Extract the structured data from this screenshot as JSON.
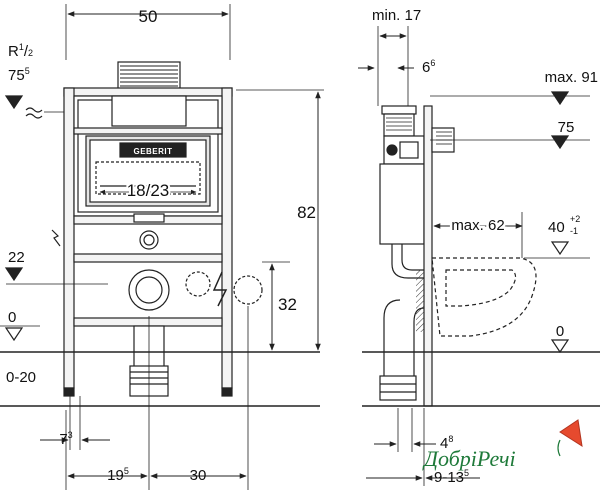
{
  "front_view": {
    "dim_width": "50",
    "dim_button_spacing": "18/23",
    "dim_height": "82",
    "dim_pipe_height": "32",
    "water_inlet_thread": "R",
    "water_inlet_thread_num": "1",
    "water_inlet_thread_den": "2",
    "water_inlet_pos": "75",
    "water_inlet_pos_sup": "5",
    "level_22": "22",
    "floor_zero": "0",
    "floor_range": "0-20",
    "dim_leg_offset": "7",
    "dim_leg_offset_sup": "3",
    "dim_left_offset": "19",
    "dim_left_offset_sup": "5",
    "dim_pipe_offset": "30",
    "brand_name": "GEBERIT"
  },
  "side_view": {
    "min_depth": "min. 17",
    "dim_6": "6",
    "dim_6_sup": "6",
    "max_91": "max. 91",
    "level_75": "75",
    "max_62": "max. 62",
    "level_40": "40",
    "level_40_plus": "+2",
    "level_40_minus": "-1",
    "floor_zero": "0",
    "dim_bottom_left": "4",
    "dim_bottom_left_sup": "8",
    "dim_range": "9-13",
    "dim_range_sup": "5"
  },
  "watermark": {
    "text": "ДобріРечі"
  },
  "colors": {
    "line": "#222222",
    "watermark": "#1f7a3a",
    "frame_fill": "#f4f4f4",
    "panel_fill": "#e6e6e6"
  }
}
